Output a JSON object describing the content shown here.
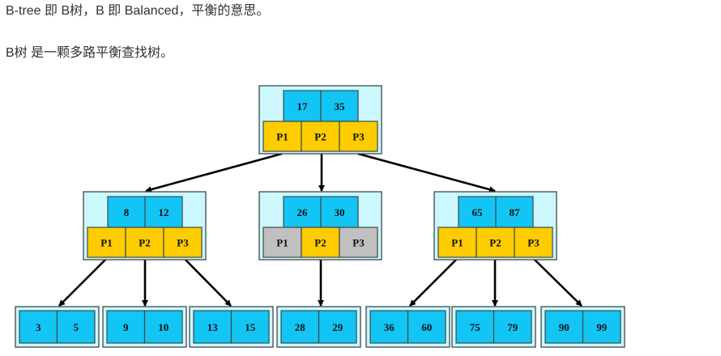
{
  "text": {
    "line1": "B-tree 即 B树，B 即 Balanced，平衡的意思。",
    "line2": "B树 是一颗多路平衡查找树。"
  },
  "colors": {
    "node_bg": "#ccf7fc",
    "key_cell": "#13c5f5",
    "pointer_active": "#ffcc00",
    "pointer_inactive": "#c0c0c0",
    "border": "#3a4a4e",
    "arrow": "#000000"
  },
  "tree": {
    "root": {
      "keys": [
        "17",
        "35"
      ],
      "pointers": [
        {
          "label": "P1",
          "active": true
        },
        {
          "label": "P2",
          "active": true
        },
        {
          "label": "P3",
          "active": true
        }
      ]
    },
    "internal": [
      {
        "keys": [
          "8",
          "12"
        ],
        "pointers": [
          {
            "label": "P1",
            "active": true
          },
          {
            "label": "P2",
            "active": true
          },
          {
            "label": "P3",
            "active": true
          }
        ]
      },
      {
        "keys": [
          "26",
          "30"
        ],
        "pointers": [
          {
            "label": "P1",
            "active": false
          },
          {
            "label": "P2",
            "active": true
          },
          {
            "label": "P3",
            "active": false
          }
        ]
      },
      {
        "keys": [
          "65",
          "87"
        ],
        "pointers": [
          {
            "label": "P1",
            "active": true
          },
          {
            "label": "P2",
            "active": true
          },
          {
            "label": "P3",
            "active": true
          }
        ]
      }
    ],
    "leaves": [
      {
        "keys": [
          "3",
          "5"
        ]
      },
      {
        "keys": [
          "9",
          "10"
        ]
      },
      {
        "keys": [
          "13",
          "15"
        ]
      },
      {
        "keys": [
          "28",
          "29"
        ]
      },
      {
        "keys": [
          "36",
          "60"
        ]
      },
      {
        "keys": [
          "75",
          "79"
        ]
      },
      {
        "keys": [
          "90",
          "99"
        ]
      }
    ]
  }
}
